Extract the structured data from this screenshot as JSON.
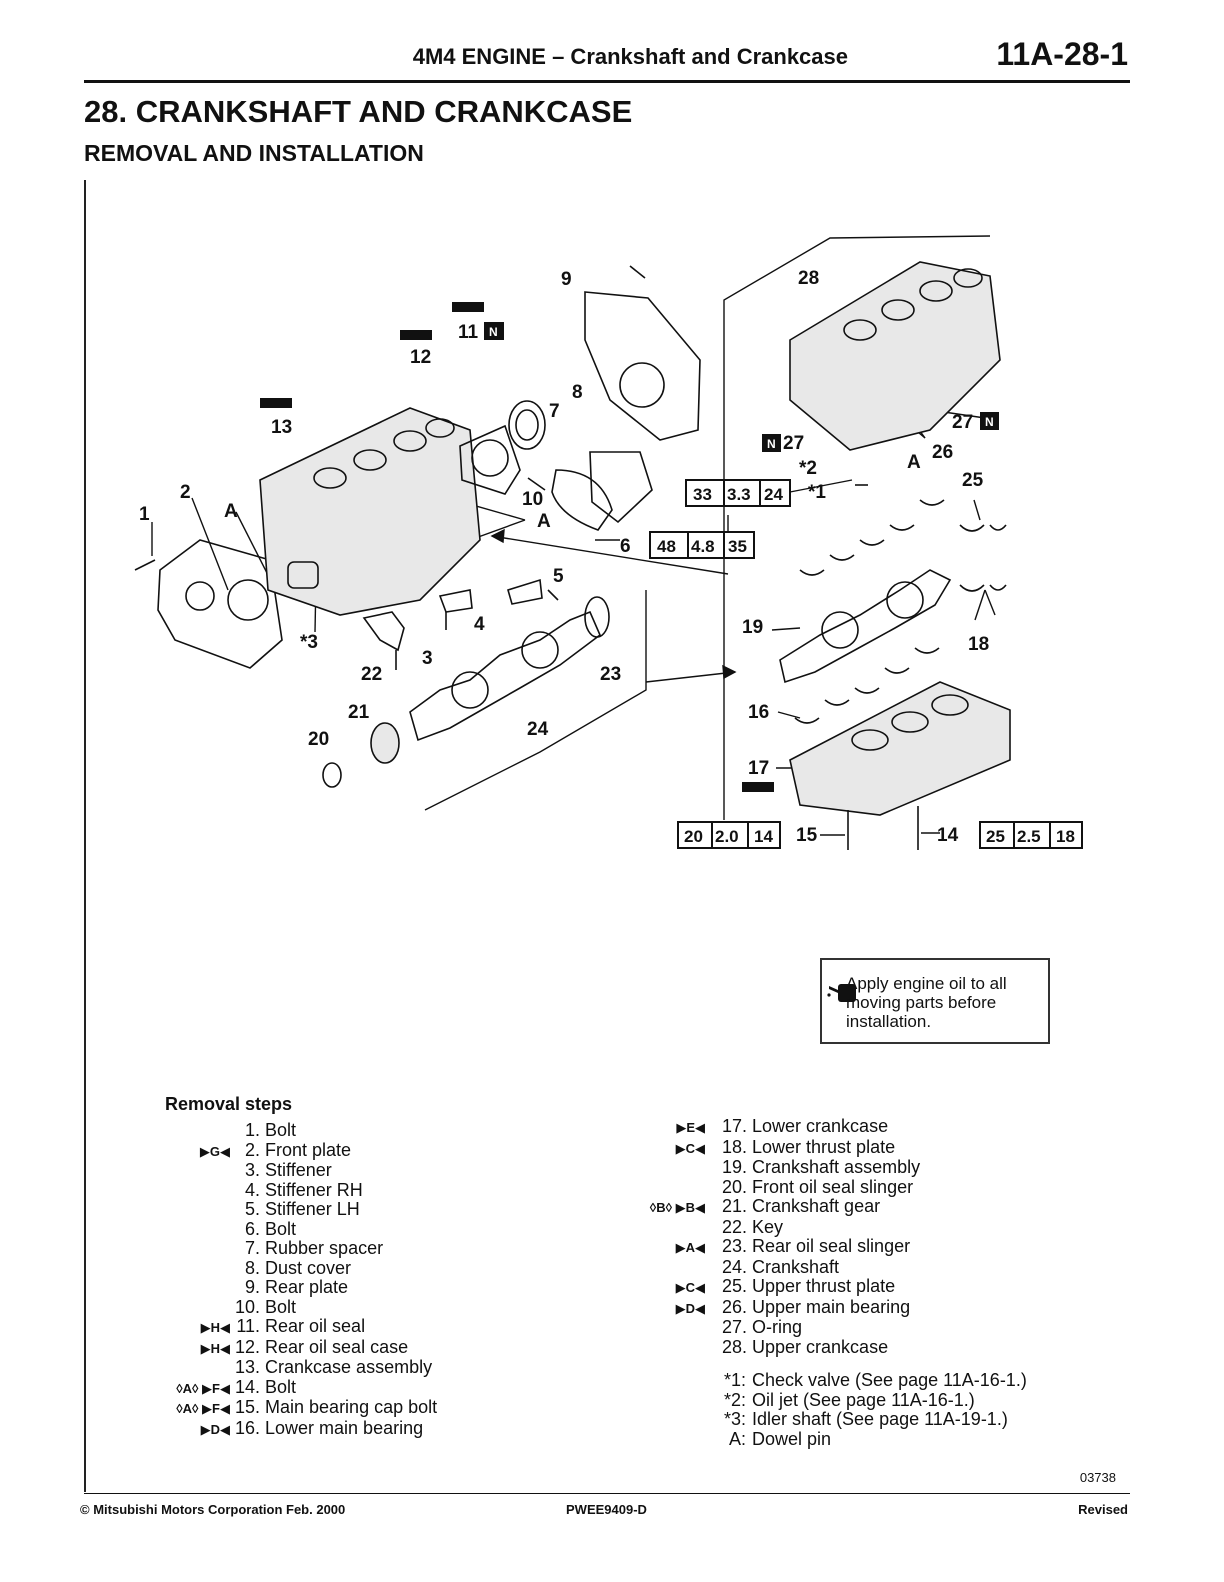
{
  "header": {
    "title": "4M4 ENGINE – Crankshaft and Crankcase",
    "page_number": "11A-28-1"
  },
  "section": {
    "title": "28. CRANKSHAFT AND CRANKCASE",
    "subtitle": "REMOVAL AND INSTALLATION"
  },
  "diagram": {
    "callouts": {
      "c1": "1",
      "c2": "2",
      "cA1": "A",
      "c3star": "*3",
      "c3": "3",
      "c4": "4",
      "c5": "5",
      "c6": "6",
      "c7": "7",
      "c8": "8",
      "c9": "9",
      "c10": "10",
      "cA2": "A",
      "c11": "11",
      "c12": "12",
      "c13": "13",
      "c20": "20",
      "c21": "21",
      "c22": "22",
      "c23": "23",
      "c24": "24",
      "c28": "28",
      "c27a": "27",
      "c27b": "27",
      "cstar2": "*2",
      "cstar1": "*1",
      "cA3": "A",
      "c26": "26",
      "c25": "25",
      "c19": "19",
      "c18": "18",
      "c16": "16",
      "c17": "17",
      "c15": "15",
      "c14": "14"
    },
    "new_part_badge": "N",
    "torque": {
      "t6": [
        "48",
        "4.8",
        "35"
      ],
      "t1": [
        "33",
        "3.3",
        "24"
      ],
      "t15": [
        "20",
        "2.0",
        "14"
      ],
      "t14": [
        "25",
        "2.5",
        "18"
      ]
    }
  },
  "oil_note": {
    "text": "Apply engine oil to all moving parts before installation."
  },
  "removal_steps": {
    "heading": "Removal steps",
    "left": [
      {
        "mark": "",
        "num": "1.",
        "label": "Bolt"
      },
      {
        "mark": "▶G◀",
        "num": "2.",
        "label": "Front plate"
      },
      {
        "mark": "",
        "num": "3.",
        "label": "Stiffener"
      },
      {
        "mark": "",
        "num": "4.",
        "label": "Stiffener RH"
      },
      {
        "mark": "",
        "num": "5.",
        "label": "Stiffener LH"
      },
      {
        "mark": "",
        "num": "6.",
        "label": "Bolt"
      },
      {
        "mark": "",
        "num": "7.",
        "label": "Rubber spacer"
      },
      {
        "mark": "",
        "num": "8.",
        "label": "Dust cover"
      },
      {
        "mark": "",
        "num": "9.",
        "label": "Rear plate"
      },
      {
        "mark": "",
        "num": "10.",
        "label": "Bolt"
      },
      {
        "mark": "▶H◀",
        "num": "11.",
        "label": "Rear oil seal"
      },
      {
        "mark": "▶H◀",
        "num": "12.",
        "label": "Rear oil seal case"
      },
      {
        "mark": "",
        "num": "13.",
        "label": "Crankcase assembly"
      },
      {
        "mark": "◊A◊ ▶F◀",
        "num": "14.",
        "label": "Bolt"
      },
      {
        "mark": "◊A◊ ▶F◀",
        "num": "15.",
        "label": "Main bearing cap bolt"
      },
      {
        "mark": "▶D◀",
        "num": "16.",
        "label": "Lower main bearing"
      }
    ],
    "right": [
      {
        "mark": "▶E◀",
        "num": "17.",
        "label": "Lower crankcase"
      },
      {
        "mark": "▶C◀",
        "num": "18.",
        "label": "Lower thrust plate"
      },
      {
        "mark": "",
        "num": "19.",
        "label": "Crankshaft assembly"
      },
      {
        "mark": "",
        "num": "20.",
        "label": "Front oil seal slinger"
      },
      {
        "mark": "◊B◊ ▶B◀",
        "num": "21.",
        "label": "Crankshaft gear"
      },
      {
        "mark": "",
        "num": "22.",
        "label": "Key"
      },
      {
        "mark": "▶A◀",
        "num": "23.",
        "label": "Rear oil seal slinger"
      },
      {
        "mark": "",
        "num": "24.",
        "label": "Crankshaft"
      },
      {
        "mark": "▶C◀",
        "num": "25.",
        "label": "Upper thrust plate"
      },
      {
        "mark": "▶D◀",
        "num": "26.",
        "label": "Upper main bearing"
      },
      {
        "mark": "",
        "num": "27.",
        "label": "O-ring"
      },
      {
        "mark": "",
        "num": "28.",
        "label": "Upper crankcase"
      }
    ],
    "notes": [
      {
        "key": "*1:",
        "text": "Check valve (See page 11A-16-1.)"
      },
      {
        "key": "*2:",
        "text": "Oil jet (See page 11A-16-1.)"
      },
      {
        "key": "*3:",
        "text": "Idler shaft (See page 11A-19-1.)"
      },
      {
        "key": "A:",
        "text": "Dowel pin"
      }
    ]
  },
  "figure_number": "03738",
  "footer": {
    "copyright": "© Mitsubishi Motors Corporation   Feb. 2000",
    "doc_code": "PWEE9409-D",
    "status": "Revised"
  }
}
